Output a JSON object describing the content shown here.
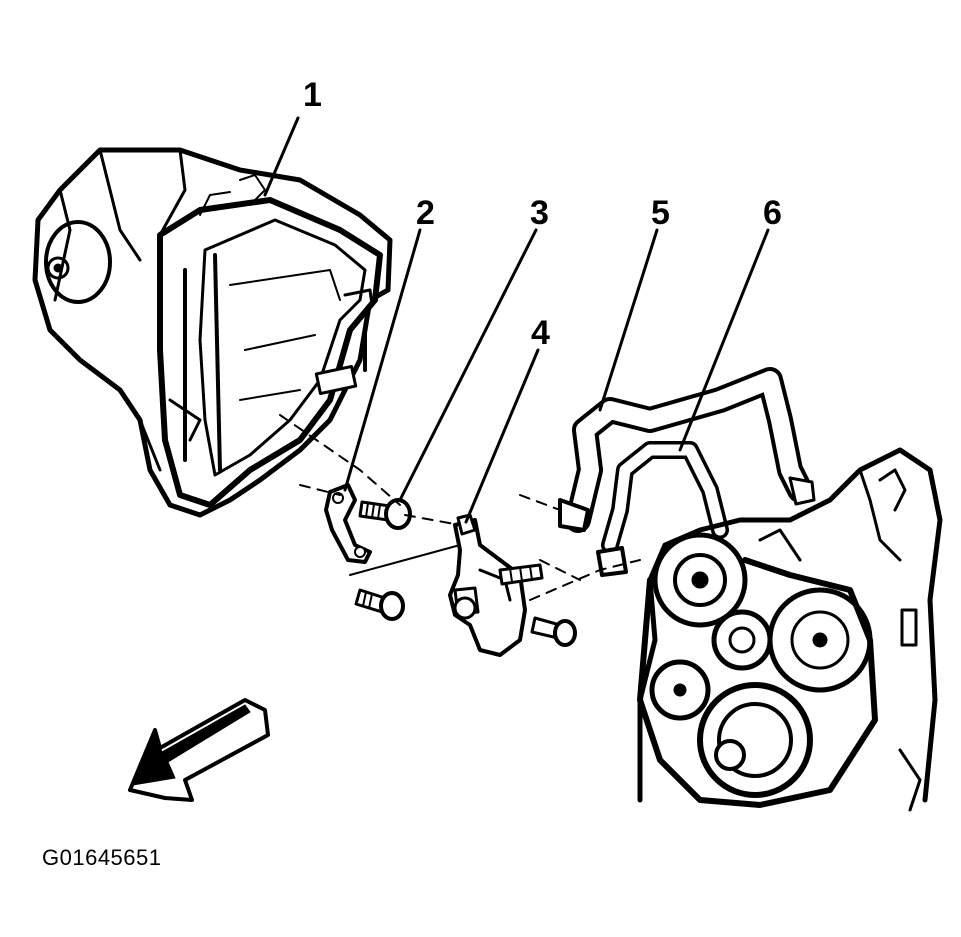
{
  "callouts": {
    "c1": "1",
    "c2": "2",
    "c3": "3",
    "c4": "4",
    "c5": "5",
    "c6": "6"
  },
  "figure_id": "G01645651",
  "icons": {
    "direction_arrow": "front-direction-arrow-icon"
  },
  "colors": {
    "ink": "#000000",
    "background": "#ffffff"
  }
}
